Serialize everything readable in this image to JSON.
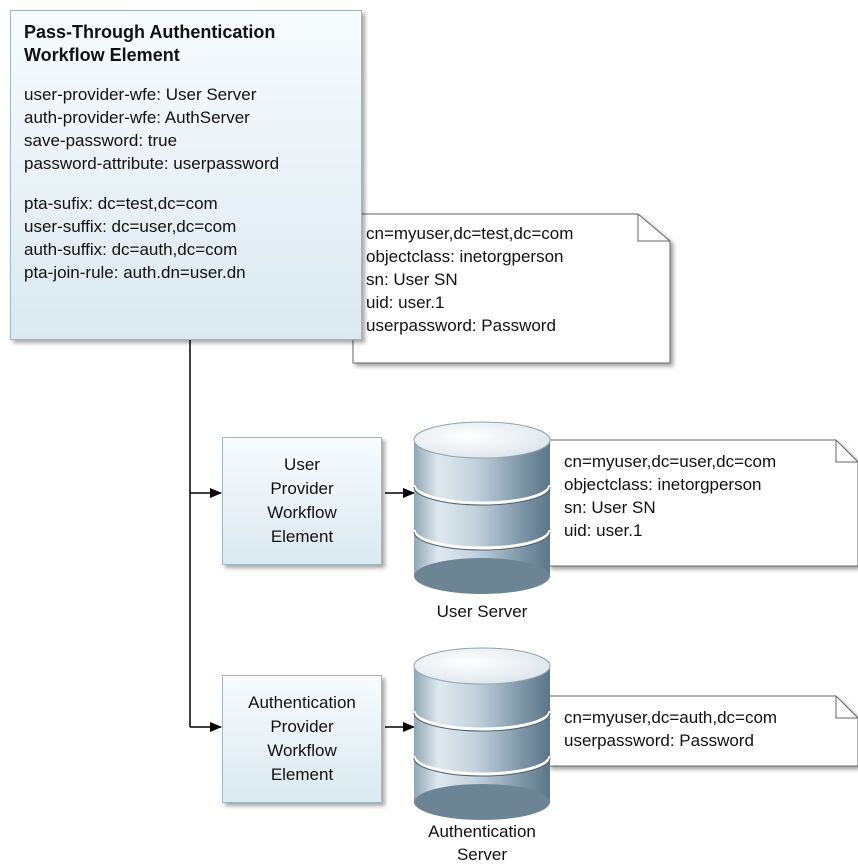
{
  "main_element": {
    "title": [
      "Pass-Through Authentication",
      "Workflow Element"
    ],
    "config_group_1": [
      "user-provider-wfe: User Server",
      "auth-provider-wfe: AuthServer",
      "save-password: true",
      "password-attribute: userpassword"
    ],
    "config_group_2": [
      "pta-sufix: dc=test,dc=com",
      "user-suffix: dc=user,dc=com",
      "auth-suffix: dc=auth,dc=com",
      "pta-join-rule: auth.dn=user.dn"
    ]
  },
  "pta_entry_note": [
    "cn=myuser,dc=test,dc=com",
    "objectclass: inetorgperson",
    "sn: User SN",
    "uid: user.1",
    "userpassword: Password"
  ],
  "user_provider_wfe": {
    "label": [
      "User",
      "Provider",
      "Workflow",
      "Element"
    ]
  },
  "user_server": {
    "caption": "User Server",
    "entry_note": [
      "cn=myuser,dc=user,dc=com",
      "objectclass: inetorgperson",
      "sn: User SN",
      "uid: user.1"
    ]
  },
  "auth_provider_wfe": {
    "label": [
      "Authentication",
      "Provider",
      "Workflow",
      "Element"
    ]
  },
  "auth_server": {
    "caption": [
      "Authentication",
      "Server"
    ],
    "entry_note": [
      "cn=myuser,dc=auth,dc=com",
      "userpassword: Password"
    ]
  },
  "colors": {
    "box_fill_top": "#f7fbfd",
    "box_fill_bottom": "#dbe9f1",
    "box_border": "#9fb7c5",
    "database_light": "#f4f7fa",
    "database_dark": "#6f8797",
    "connector": "#000000"
  }
}
